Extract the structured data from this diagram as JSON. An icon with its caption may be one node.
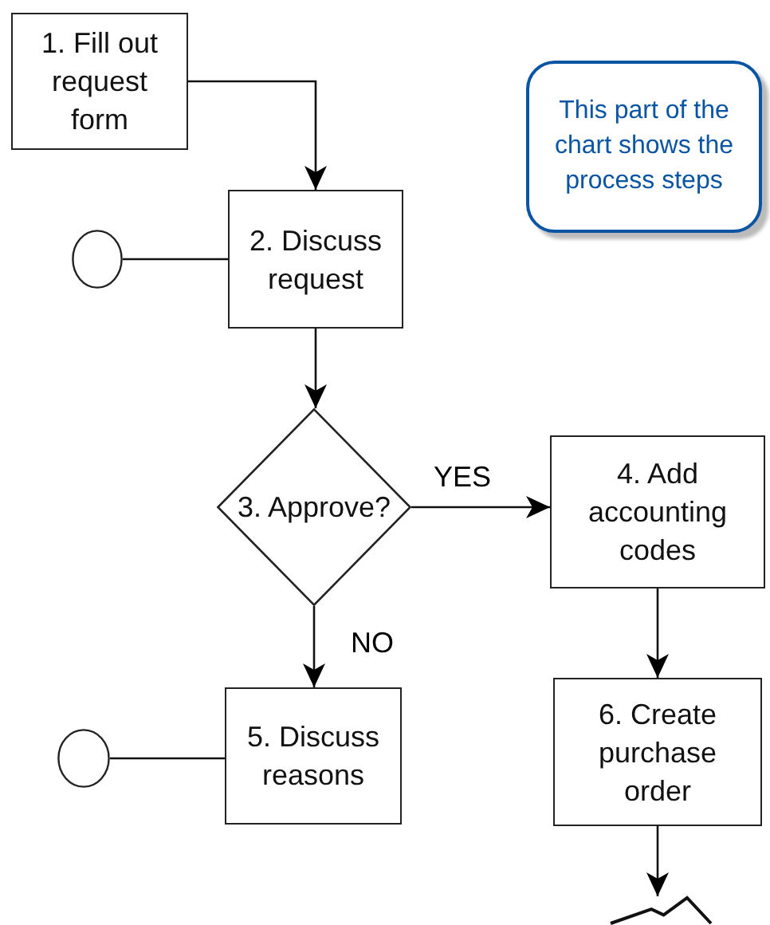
{
  "diagram": {
    "nodes": [
      {
        "text": [
          "1. Fill out request form"
        ]
      },
      {
        "text": [
          "2. Discuss request"
        ]
      },
      {
        "text": [],
        "shape": "circle"
      },
      {
        "text": [
          "3. Approve?"
        ]
      },
      {
        "text": [
          "4. Add accounting codes"
        ]
      },
      {
        "text": [],
        "shape": "circle"
      },
      {
        "text": [
          "5. Discuss reasons"
        ]
      },
      {
        "text": [
          "6. Create purchase order"
        ]
      },
      {
        "text": [],
        "shape": "zigzag"
      },
      {
        "text": [
          "This part of the chart shows the process steps"
        ]
      }
    ],
    "edges": [
      {
        "from": 0,
        "to": 1,
        "arrow": "to"
      },
      {
        "from": 2,
        "to": 1,
        "arrow": "none"
      },
      {
        "from": 1,
        "to": 3,
        "arrow": "to"
      },
      {
        "from": 3,
        "to": 4,
        "arrow": "to",
        "label": "YES"
      },
      {
        "from": 3,
        "to": 6,
        "arrow": "to",
        "label": "NO"
      },
      {
        "from": 5,
        "to": 6,
        "arrow": "none"
      },
      {
        "from": 4,
        "to": 7,
        "arrow": "to"
      },
      {
        "from": 7,
        "to": 8,
        "arrow": "to"
      }
    ]
  }
}
